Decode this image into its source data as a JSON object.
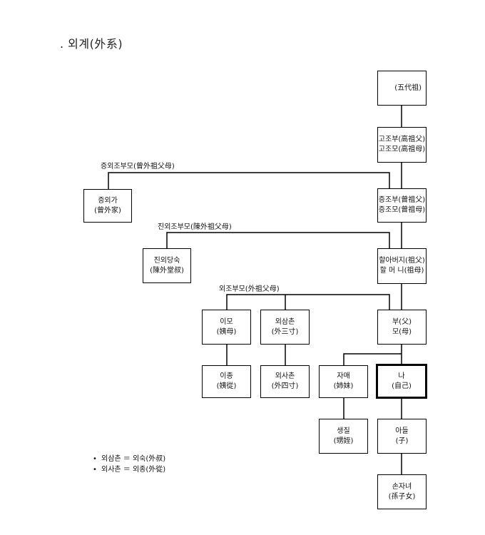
{
  "title": ". 외계(外系)",
  "labels": {
    "jeung_oejo_bumo": "증외조부모(曾外祖父母)",
    "jin_oejo_bumo": "진외조부모(陳外祖父母)",
    "oejo_bumo": "외조부모(外祖父母)"
  },
  "boxes": {
    "odae_jo": {
      "line1": "(五代祖)"
    },
    "gojo": {
      "line1": "고조부(高祖父)",
      "line2": "고조모(高祖母)"
    },
    "jeungjo": {
      "line1": "증조부(曾祖父)",
      "line2": "증조모(曾祖母)"
    },
    "halabeoji": {
      "line1": "할아버지(祖父)",
      "line2": "할 머 니(祖母)"
    },
    "bumo": {
      "line1": "부(父)",
      "line2": "모(母)"
    },
    "na": {
      "line1": "나",
      "line2": "(自己)"
    },
    "adeul": {
      "line1": "아들",
      "line2": "(子)"
    },
    "sonja": {
      "line1": "손자녀",
      "line2": "(孫子女)"
    },
    "jeung_oega": {
      "line1": "증외가",
      "line2": "(曾外家)"
    },
    "jin_oe_dangsuk": {
      "line1": "진외당숙",
      "line2": "(陳外堂叔)"
    },
    "imo": {
      "line1": "이모",
      "line2": "(姨母)"
    },
    "oesamchon": {
      "line1": "외삼촌",
      "line2": "(外三寸)"
    },
    "ijong": {
      "line1": "이종",
      "line2": "(姨從)"
    },
    "oesachon": {
      "line1": "외사촌",
      "line2": "(外四寸)"
    },
    "jamae": {
      "line1": "자매",
      "line2": "(姉妹)"
    },
    "saengjil": {
      "line1": "생질",
      "line2": "(甥姪)"
    }
  },
  "notes": [
    {
      "bullet": "•",
      "text": "외삼촌 ＝ 외숙(外叔)"
    },
    {
      "bullet": "•",
      "text": "외사촌 ＝ 외종(外從)"
    }
  ]
}
